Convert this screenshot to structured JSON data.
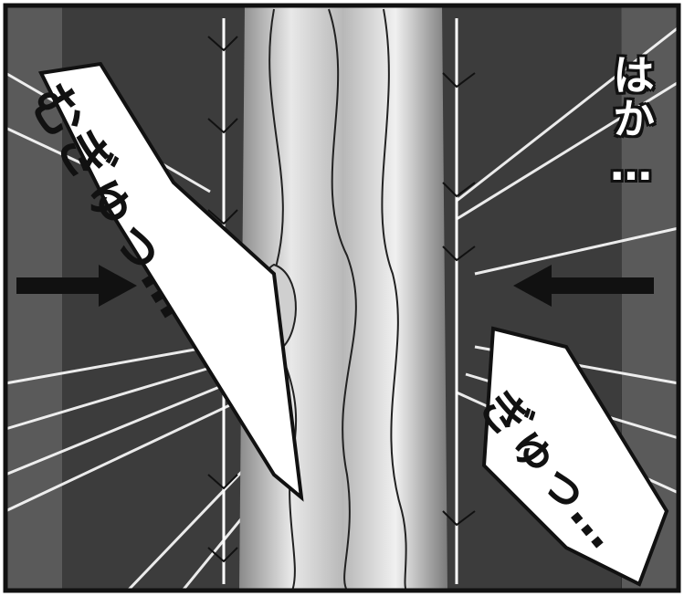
{
  "panel": {
    "sfx_left": "むぎゅっ…",
    "sfx_right": "ぎゅっ…",
    "dialogue": "はか…"
  },
  "colors": {
    "ink": "#111111",
    "bubble_fill": "#ffffff",
    "wall_dark": "#3a3a3a",
    "wall_mid": "#555555",
    "subject_light": "#d8d8d8"
  }
}
